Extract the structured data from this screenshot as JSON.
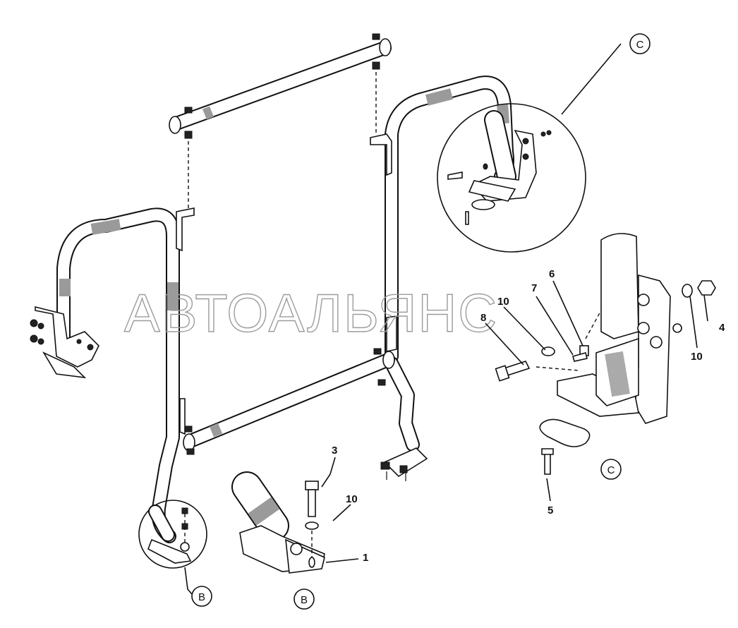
{
  "watermark": "АВТОАЛЬЯНС",
  "callouts": {
    "c1": "1",
    "c3": "3",
    "c4": "4",
    "c5": "5",
    "c6": "6",
    "c7": "7",
    "c8": "8",
    "c10a": "10",
    "c10b": "10",
    "c10c": "10"
  },
  "detail_refs": {
    "b_left": "B",
    "b_center": "B",
    "c_top": "C",
    "c_detail": "C"
  }
}
